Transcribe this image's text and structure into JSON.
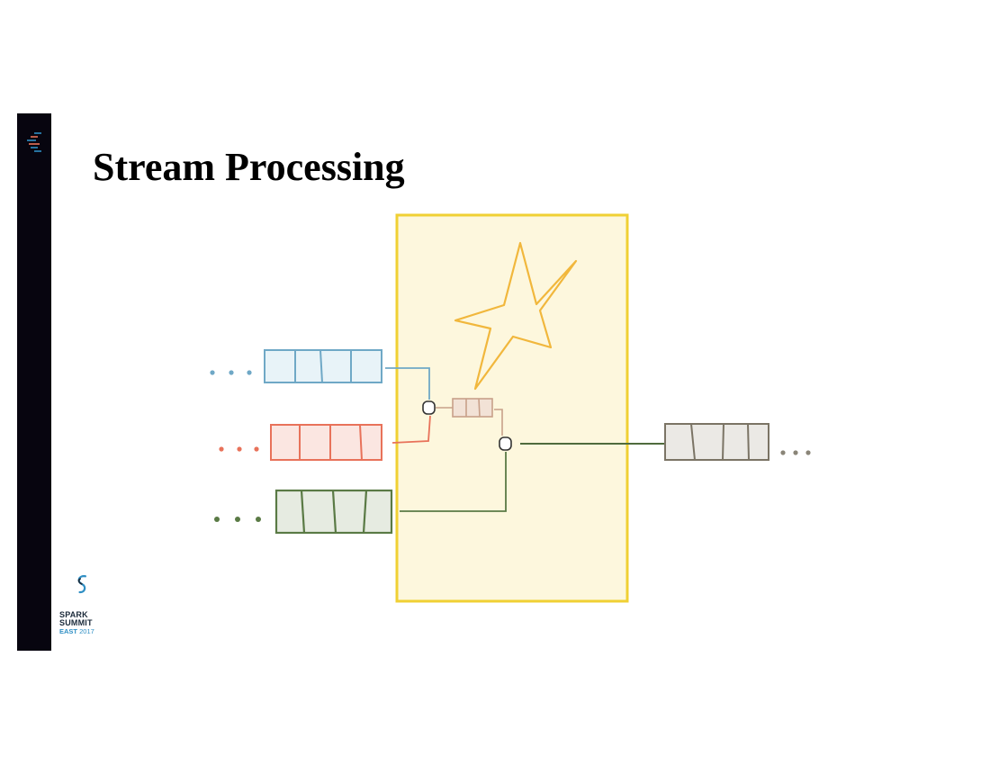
{
  "slide": {
    "title": "Stream Processing",
    "logo": {
      "line1": "SPARK",
      "line2": "SUMMIT",
      "line3_bold": "EAST",
      "line3_year": "2017"
    }
  },
  "colors": {
    "sidebar": "#07050f",
    "engine_fill": "#fdf7dd",
    "engine_border": "#f0d034",
    "star": "#f1b73c",
    "stream_blue": "#6fa8c6",
    "stream_red": "#e8725a",
    "stream_green": "#5a7a45",
    "stream_output": "#7b7465",
    "buffer": "#c8a089"
  },
  "diagram": {
    "input_streams": [
      "blue",
      "red",
      "green"
    ],
    "output_streams": [
      "gray"
    ],
    "icons": [
      "star-icon",
      "join-operator-icon",
      "buffer-icon"
    ]
  }
}
